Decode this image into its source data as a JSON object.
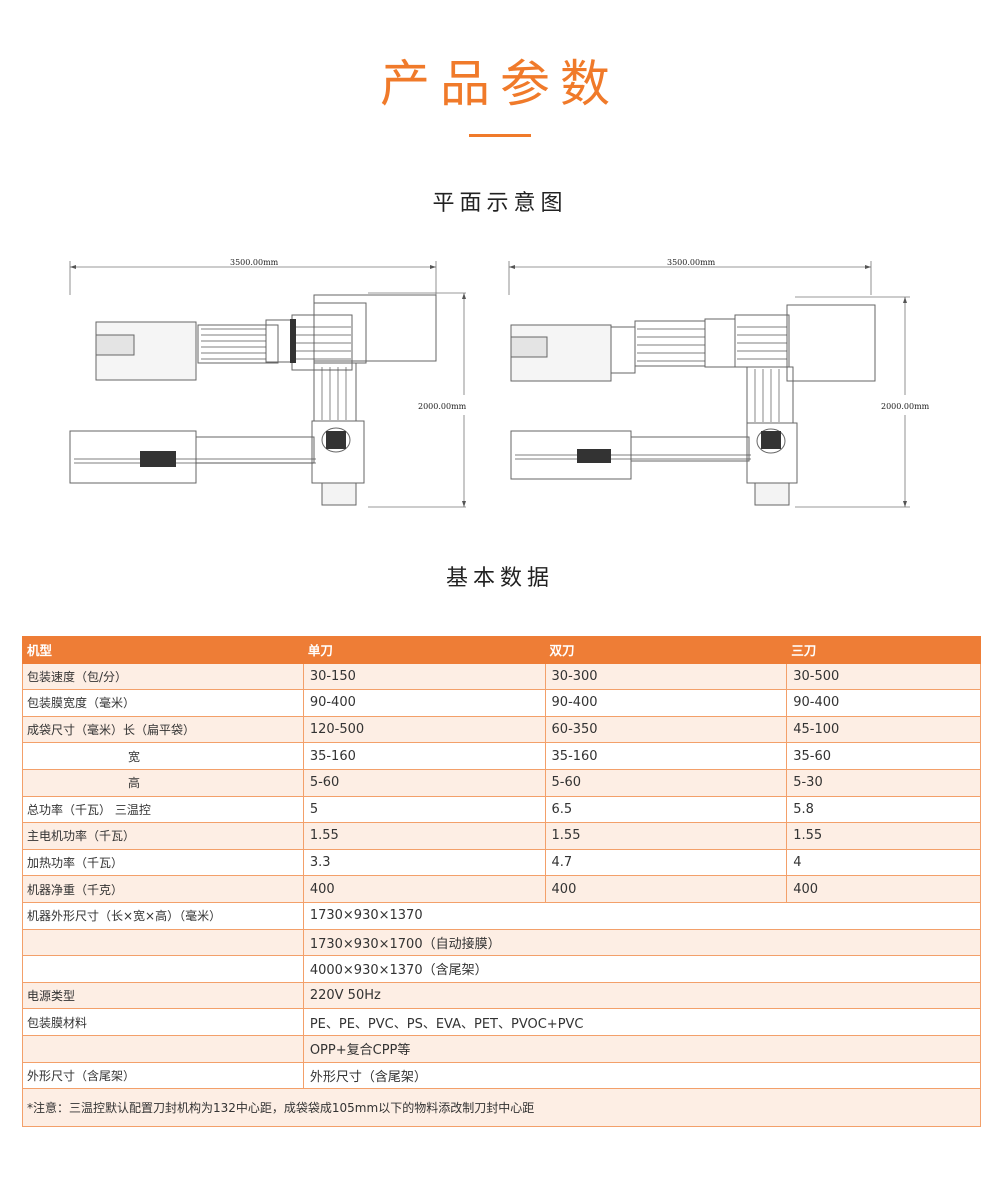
{
  "page": {
    "title": "产品参数",
    "plan_heading": "平面示意图",
    "data_heading": "基本数据"
  },
  "drawings": [
    {
      "width_label": "3500.00mm",
      "height_label": "2000.00mm"
    },
    {
      "width_label": "3500.00mm",
      "height_label": "2000.00mm"
    }
  ],
  "colors": {
    "accent": "#f07a2a",
    "header_bg": "#ee7d36",
    "row_tint": "#fdeee4"
  },
  "table": {
    "header": [
      "机型",
      "单刀",
      "双刀",
      "三刀"
    ],
    "rows": [
      [
        "包装速度（包/分）",
        "30-150",
        "30-300",
        "30-500"
      ],
      [
        "包装膜宽度（毫米）",
        "90-400",
        "90-400",
        "90-400"
      ],
      [
        "成袋尺寸（毫米）长（扁平袋）",
        "120-500",
        "60-350",
        "45-100"
      ],
      [
        "宽",
        "35-160",
        "35-160",
        "35-60"
      ],
      [
        "高",
        "5-60",
        "5-60",
        "5-30"
      ],
      [
        "总功率（千瓦）  三温控",
        "5",
        "6.5",
        "5.8"
      ],
      [
        "主电机功率（千瓦）",
        "1.55",
        "1.55",
        "1.55"
      ],
      [
        "加热功率（千瓦）",
        "3.3",
        "4.7",
        "4"
      ],
      [
        "机器净重（千克）",
        "400",
        "400",
        "400"
      ],
      [
        "机器外形尺寸（长×宽×高）（毫米）",
        "1730×930×1370"
      ],
      [
        "",
        "1730×930×1700（自动接膜）"
      ],
      [
        "",
        "4000×930×1370（含尾架）"
      ],
      [
        "电源类型",
        "220V 50Hz"
      ],
      [
        "包装膜材料",
        "PE、PE、PVC、PS、EVA、PET、PVOC+PVC"
      ],
      [
        "",
        "OPP+复合CPP等"
      ],
      [
        "外形尺寸（含尾架）",
        "外形尺寸（含尾架）"
      ]
    ],
    "note": "*注意：三温控默认配置刀封机构为132中心距，成袋袋成105mm以下的物料添改制刀封中心距"
  }
}
